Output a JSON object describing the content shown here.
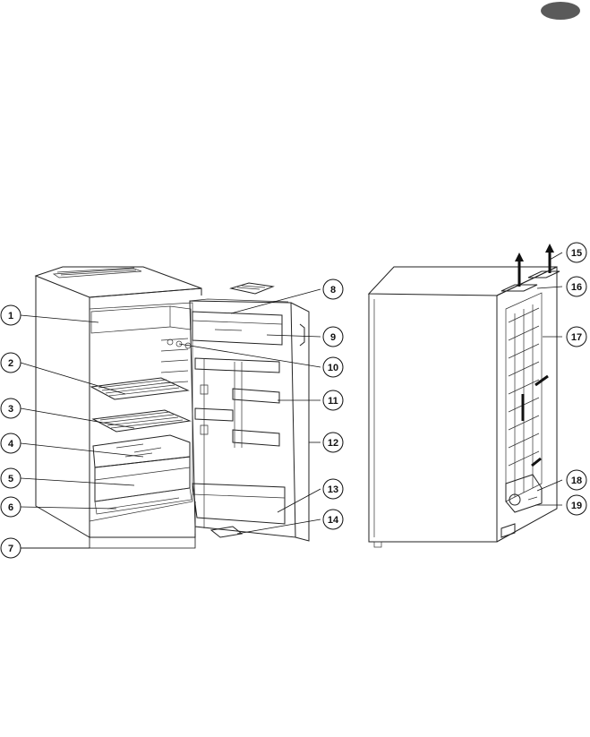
{
  "page_marker": {
    "color": "#555555",
    "label": ""
  },
  "figures": {
    "front_view": {
      "name": "refrigerator-front-open"
    },
    "rear_view": {
      "name": "refrigerator-rear"
    }
  },
  "callouts": [
    {
      "id": "1",
      "label": "1"
    },
    {
      "id": "2",
      "label": "2"
    },
    {
      "id": "3",
      "label": "3"
    },
    {
      "id": "4",
      "label": "4"
    },
    {
      "id": "5",
      "label": "5"
    },
    {
      "id": "6",
      "label": "6"
    },
    {
      "id": "7",
      "label": "7"
    },
    {
      "id": "8",
      "label": "8"
    },
    {
      "id": "9",
      "label": "9"
    },
    {
      "id": "10",
      "label": "10"
    },
    {
      "id": "11",
      "label": "11"
    },
    {
      "id": "12",
      "label": "12"
    },
    {
      "id": "13",
      "label": "13"
    },
    {
      "id": "14",
      "label": "14"
    },
    {
      "id": "15",
      "label": "15"
    },
    {
      "id": "16",
      "label": "16"
    },
    {
      "id": "17",
      "label": "17"
    },
    {
      "id": "18",
      "label": "18"
    },
    {
      "id": "19",
      "label": "19"
    }
  ]
}
